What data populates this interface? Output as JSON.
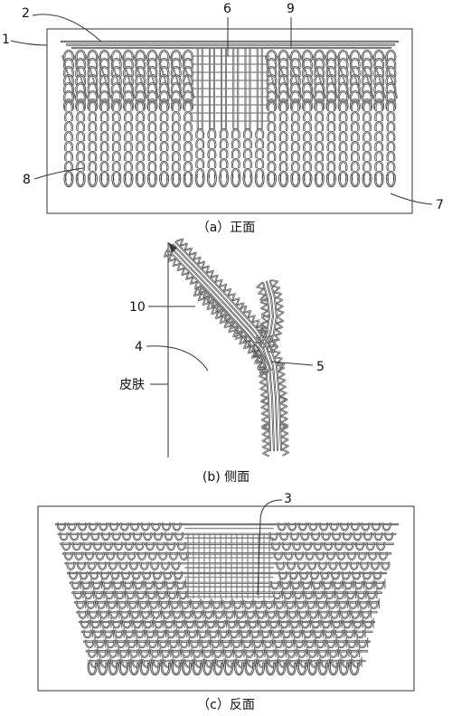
{
  "figure": {
    "panel_a": {
      "caption": "（a）正面",
      "labels": [
        "1",
        "2",
        "6",
        "9",
        "7",
        "8"
      ]
    },
    "panel_b": {
      "caption": "(b) 侧面",
      "labels": [
        "10",
        "4",
        "5",
        "皮肤"
      ]
    },
    "panel_c": {
      "caption": "（c）反面",
      "labels": [
        "3"
      ]
    }
  }
}
